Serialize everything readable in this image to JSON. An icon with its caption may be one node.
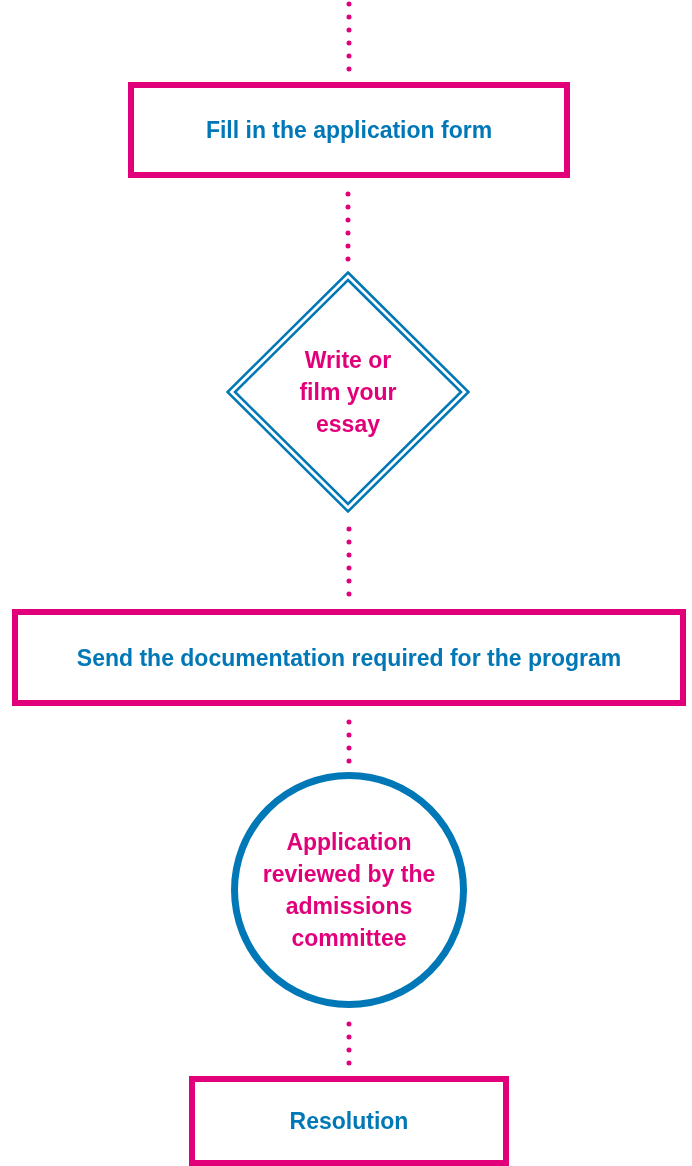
{
  "diagram": {
    "nodes": [
      {
        "text": [
          "Fill in the application form"
        ]
      },
      {
        "text": [
          "Write or film your essay"
        ]
      },
      {
        "text": [
          "Send the documentation required for the program"
        ]
      },
      {
        "text": [
          "Application reviewed by the admissions committee"
        ]
      },
      {
        "text": [
          "Resolution"
        ]
      }
    ],
    "edges": [
      {
        "from": null,
        "to": 0,
        "arrow": "none"
      },
      {
        "from": 0,
        "to": 1,
        "arrow": "none"
      },
      {
        "from": 1,
        "to": 2,
        "arrow": "none"
      },
      {
        "from": 2,
        "to": 3,
        "arrow": "none"
      },
      {
        "from": 3,
        "to": 4,
        "arrow": "none"
      }
    ]
  }
}
